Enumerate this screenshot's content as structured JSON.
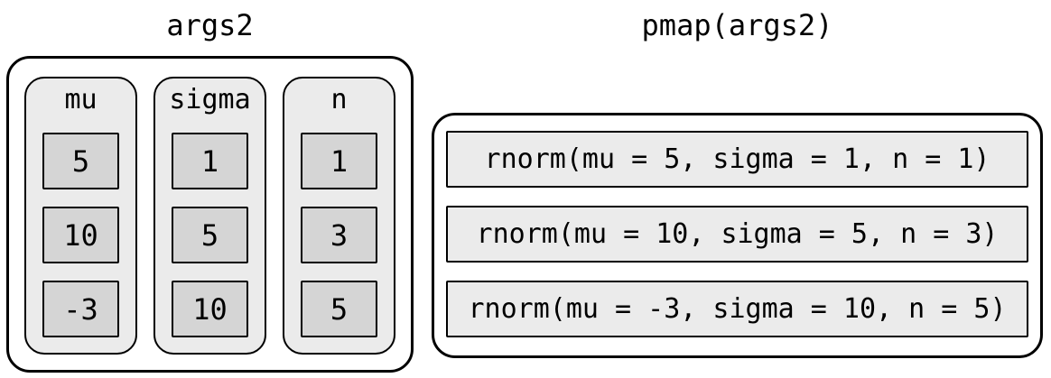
{
  "left": {
    "title": "args2",
    "columns": [
      {
        "header": "mu",
        "values": [
          "5",
          "10",
          "-3"
        ]
      },
      {
        "header": "sigma",
        "values": [
          "1",
          "5",
          "10"
        ]
      },
      {
        "header": "n",
        "values": [
          "1",
          "3",
          "5"
        ]
      }
    ]
  },
  "right": {
    "title": "pmap(args2)",
    "calls": [
      "rnorm(mu = 5, sigma = 1, n = 1)",
      "rnorm(mu = 10, sigma = 5, n = 3)",
      "rnorm(mu = -3, sigma = 10, n = 5)"
    ]
  },
  "colors": {
    "background": "#ffffff",
    "container_fill": "#ffffff",
    "column_fill": "#ebebeb",
    "cell_fill": "#d5d5d5",
    "row_fill": "#ebebeb",
    "border": "#000000",
    "text": "#000000"
  }
}
